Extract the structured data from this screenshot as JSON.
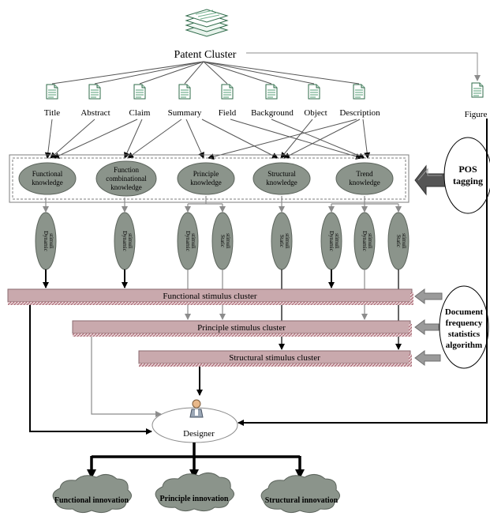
{
  "diagram": {
    "top_node": "Patent Cluster",
    "fields": [
      {
        "label": "Title"
      },
      {
        "label": "Abstract"
      },
      {
        "label": "Claim"
      },
      {
        "label": "Summary"
      },
      {
        "label": "Field"
      },
      {
        "label": "Background"
      },
      {
        "label": "Object"
      },
      {
        "label": "Description"
      }
    ],
    "figure_label": "Figure",
    "knowledge": [
      {
        "line1": "Functional",
        "line2": "knowledge",
        "line3": ""
      },
      {
        "line1": "Function",
        "line2": "combinational",
        "line3": "knowledge"
      },
      {
        "line1": "Principle",
        "line2": "knowledge",
        "line3": ""
      },
      {
        "line1": "Structural",
        "line2": "knowledge",
        "line3": ""
      },
      {
        "line1": "Trend",
        "line2": "knowledge",
        "line3": ""
      }
    ],
    "pos_tagging": {
      "line1": "POS",
      "line2": "tagging"
    },
    "stimuli": [
      {
        "line1": "Dynamic",
        "line2": "stimuli"
      },
      {
        "line1": "Dynamic",
        "line2": "stimuli"
      },
      {
        "line1": "Dynamic",
        "line2": "stimuli"
      },
      {
        "line1": "Static",
        "line2": "stimuli"
      },
      {
        "line1": "Static",
        "line2": "stimuli"
      },
      {
        "line1": "Dynamic",
        "line2": "stimuli"
      },
      {
        "line1": "Dynamic",
        "line2": "stimuli"
      },
      {
        "line1": "Static",
        "line2": "stimuli"
      }
    ],
    "clusters": {
      "functional": "Functional stimulus cluster",
      "principle": "Principle stimulus cluster",
      "structural": "Structural stimulus cluster"
    },
    "dfs": {
      "line1": "Document",
      "line2": "frequency",
      "line3": "statistics",
      "line4": "algorithm"
    },
    "designer": "Designer",
    "innovations": [
      {
        "label": "Functional innovation"
      },
      {
        "label": "Principle innovation"
      },
      {
        "label": "Structural innovation"
      }
    ],
    "colors": {
      "cloud": "#8b948b",
      "bar": "#c9a9ad",
      "bar_hatch": "#a05a66",
      "gray_arrow": "#8c8c8c",
      "dark_arrow": "#3a3a3a",
      "doc_green": "#6fae8b"
    }
  }
}
